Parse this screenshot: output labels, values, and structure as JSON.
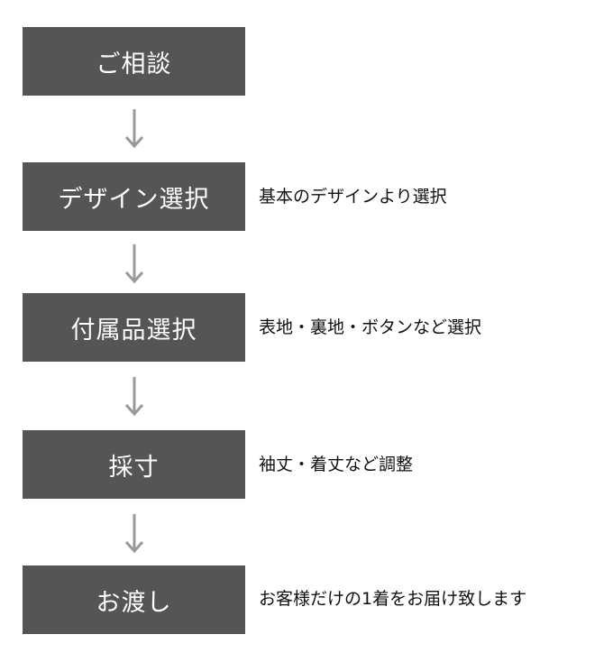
{
  "steps": [
    {
      "label": "ご相談",
      "description": ""
    },
    {
      "label": "デザイン選択",
      "description": "基本のデザインより選択"
    },
    {
      "label": "付属品選択",
      "description": "表地・裏地・ボタンなど選択"
    },
    {
      "label": "採寸",
      "description": "袖丈・着丈など調整"
    },
    {
      "label": "お渡し",
      "description": "お客様だけの1着をお届け致します"
    }
  ],
  "colors": {
    "box_fill": "#555555",
    "box_text": "#ffffff",
    "arrow": "#999999",
    "description_text": "#111111"
  }
}
